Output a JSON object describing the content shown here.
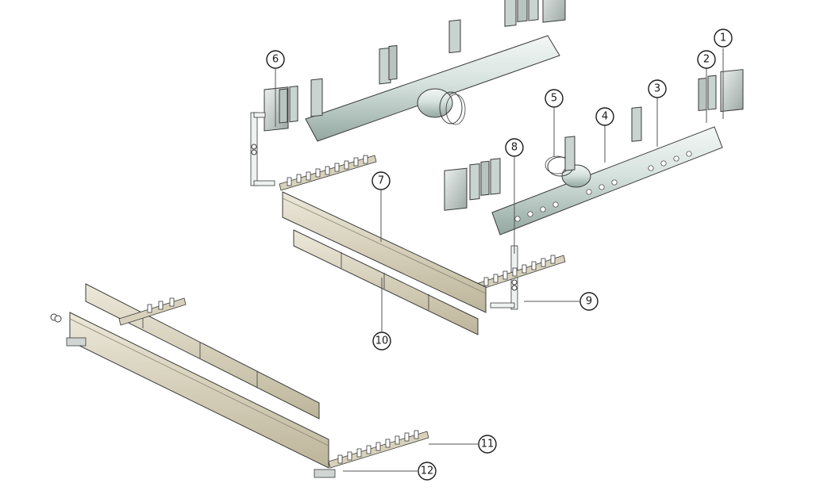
{
  "callouts": [
    {
      "id": 1,
      "label": "①"
    },
    {
      "id": 2,
      "label": "②"
    },
    {
      "id": 3,
      "label": "③"
    },
    {
      "id": 4,
      "label": "④"
    },
    {
      "id": 5,
      "label": "⑤"
    },
    {
      "id": 6,
      "label": "⑥"
    },
    {
      "id": 7,
      "label": "⑦"
    },
    {
      "id": 8,
      "label": "⑧"
    },
    {
      "id": 9,
      "label": "⑨"
    },
    {
      "id": 10,
      "label": "⑩"
    },
    {
      "id": 11,
      "label": "⑪"
    },
    {
      "id": 12,
      "label": "⑫"
    }
  ],
  "colors": {
    "pipe_light": "#dde8e4",
    "pipe_dark": "#9fb2ac",
    "flange": "#c9d3cf",
    "beam_top": "#e6e2d2",
    "beam_side": "#c7c0a6",
    "outline": "#3a3a3a"
  }
}
